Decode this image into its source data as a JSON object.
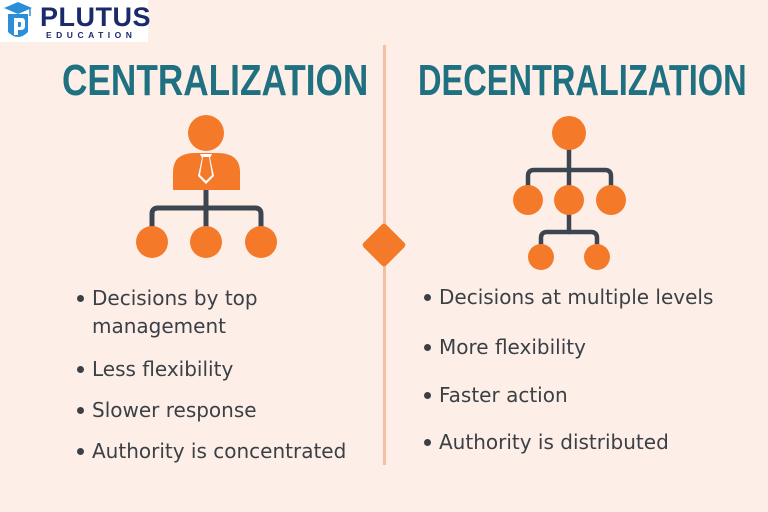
{
  "logo": {
    "name": "PLUTUS",
    "subtitle": "EDUCATION"
  },
  "left": {
    "title": "CENTRALIZATION",
    "bullets": [
      "Decisions by top management",
      "Less flexibility",
      "Slower response",
      "Authority is concentrated"
    ]
  },
  "right": {
    "title": "DECENTRALIZATION",
    "bullets": [
      "Decisions at multiple levels",
      "More flexibility",
      "Faster action",
      "Authority is distributed"
    ]
  },
  "colors": {
    "background": "#fdefe7",
    "title": "#1f7080",
    "accent": "#f47a2a",
    "lines": "#3d4550",
    "text": "#3b4047",
    "logo": "#1b2a6b"
  }
}
